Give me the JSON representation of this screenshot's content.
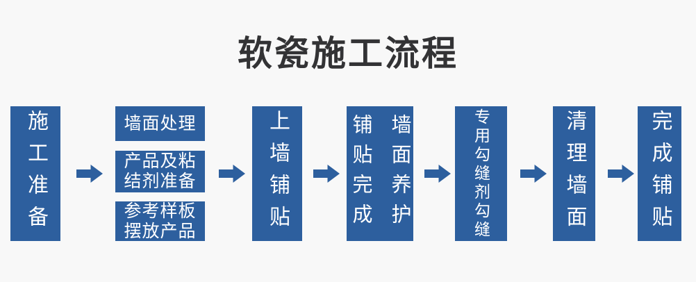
{
  "title": "软瓷施工流程",
  "colors": {
    "background": "#f8f8f8",
    "box": "#2d5f9e",
    "arrow": "#2d5f9e",
    "title_text": "#333335",
    "box_text": "#ffffff"
  },
  "icons": {
    "arrow": "right-block-arrow"
  },
  "flow": {
    "steps": [
      {
        "label": "施工准备"
      },
      {
        "items": [
          {
            "lines": [
              "墙面处理"
            ]
          },
          {
            "lines": [
              "产品及粘",
              "结剂准备"
            ]
          },
          {
            "lines": [
              "参考样板",
              "摆放产品"
            ]
          }
        ]
      },
      {
        "label": "上墙铺贴"
      },
      {
        "columns": [
          "铺贴完成",
          "墙面养护"
        ]
      },
      {
        "label": "专用勾缝剂勾缝"
      },
      {
        "label": "清理墙面"
      },
      {
        "label": "完成铺贴"
      }
    ]
  }
}
